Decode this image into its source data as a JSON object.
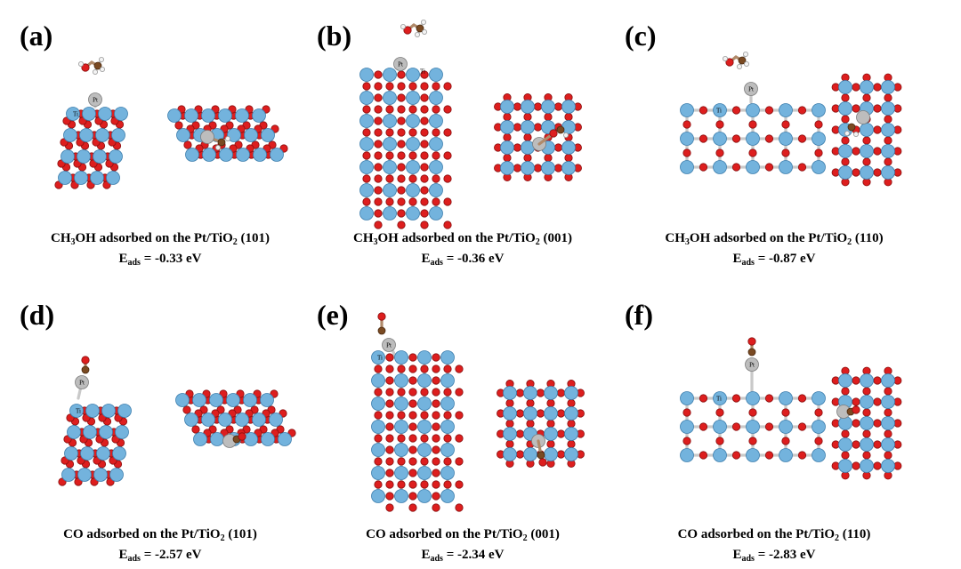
{
  "colors": {
    "ti": "#73b3dd",
    "ti_edge": "#3e7fae",
    "o": "#dd1e1e",
    "o_edge": "#8a0f0f",
    "pt": "#bdbdbd",
    "c": "#7a4a22",
    "h": "#f3f3f3",
    "bond": "#c9c9c9"
  },
  "panels": [
    {
      "letter": "(a)",
      "molecule": "CH",
      "molecule_sub": "3",
      "molecule_tail": "OH",
      "caption_mid": " adsorbed on the Pt/TiO",
      "caption_sub": "2",
      "facet": " (101)",
      "e_label": "E",
      "e_sub": "ads",
      "e_value": " = -0.33 eV",
      "adsorbate": "ch3oh",
      "site_labels": [
        "Pt",
        "Ti"
      ]
    },
    {
      "letter": "(b)",
      "molecule": "CH",
      "molecule_sub": "3",
      "molecule_tail": "OH",
      "caption_mid": " adsorbed on the Pt/TiO",
      "caption_sub": "2",
      "facet": " (001)",
      "e_label": "E",
      "e_sub": "ads",
      "e_value": " = -0.36 eV",
      "adsorbate": "ch3oh",
      "site_labels": [
        "Pt",
        "Ti"
      ]
    },
    {
      "letter": "(c)",
      "molecule": "CH",
      "molecule_sub": "3",
      "molecule_tail": "OH",
      "caption_mid": " adsorbed on the Pt/TiO",
      "caption_sub": "2",
      "facet": " (110)",
      "e_label": "E",
      "e_sub": "ads",
      "e_value": " = -0.87 eV",
      "adsorbate": "ch3oh",
      "site_labels": [
        "Pt",
        "Ti"
      ]
    },
    {
      "letter": "(d)",
      "molecule": "CO",
      "molecule_sub": "",
      "molecule_tail": "",
      "caption_mid": " adsorbed on the Pt/TiO",
      "caption_sub": "2",
      "facet": " (101)",
      "e_label": "E",
      "e_sub": "ads",
      "e_value": " = -2.57 eV",
      "adsorbate": "co",
      "site_labels": [
        "Pt",
        "Ti"
      ]
    },
    {
      "letter": "(e)",
      "molecule": "CO",
      "molecule_sub": "",
      "molecule_tail": "",
      "caption_mid": " adsorbed on the Pt/TiO",
      "caption_sub": "2",
      "facet": " (001)",
      "e_label": "E",
      "e_sub": "ads",
      "e_value": " = -2.34 eV",
      "adsorbate": "co",
      "site_labels": [
        "Pt",
        "Ti"
      ]
    },
    {
      "letter": "(f)",
      "molecule": "CO",
      "molecule_sub": "",
      "molecule_tail": "",
      "caption_mid": " adsorbed on the Pt/TiO",
      "caption_sub": "2",
      "facet": " (110)",
      "e_label": "E",
      "e_sub": "ads",
      "e_value": " = -2.83 eV",
      "adsorbate": "co",
      "site_labels": [
        "Pt",
        "Ti"
      ]
    }
  ]
}
